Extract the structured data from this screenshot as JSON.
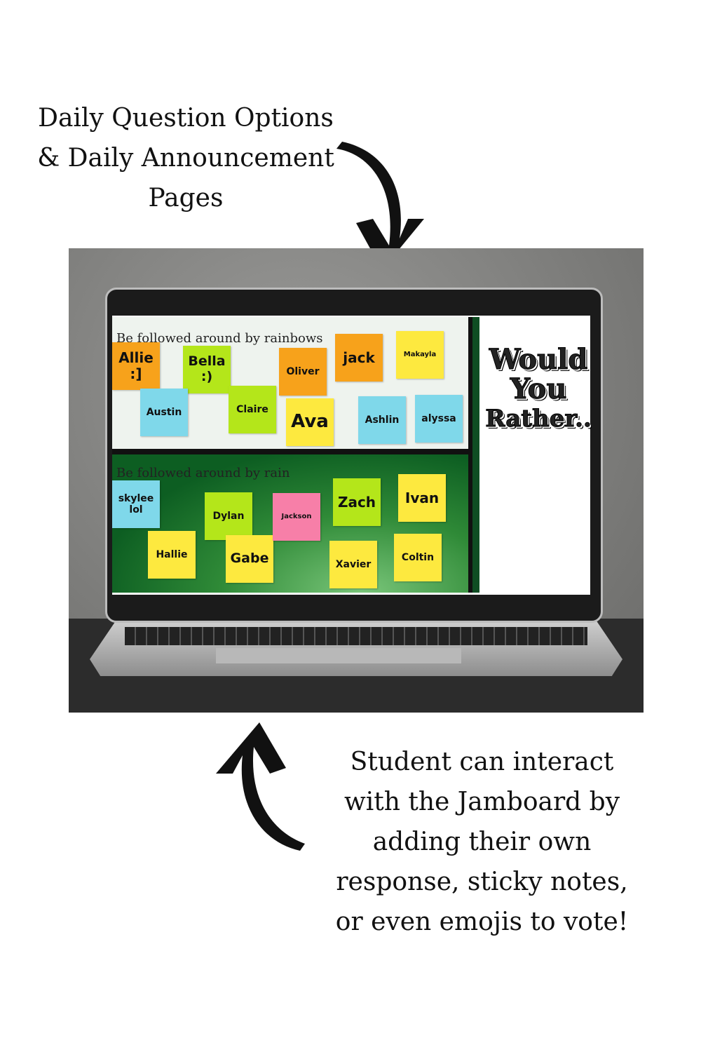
{
  "captions": {
    "top": "Daily Question Options & Daily Announcement Pages",
    "bottom": "Student can interact with the Jamboard by adding their own response, sticky notes, or even emojis to vote!"
  },
  "jamboard": {
    "option_a": "Be followed around by rainbows",
    "option_b": "Be followed around by rain",
    "side_title": [
      "Would",
      "You",
      "Rather.."
    ],
    "notes_a": [
      {
        "text": "Allie\n:]",
        "color": "#f7a21b"
      },
      {
        "text": "Bella\n:)",
        "color": "#b4e61a"
      },
      {
        "text": "Austin",
        "color": "#7fd8ea"
      },
      {
        "text": "Claire",
        "color": "#b4e61a"
      },
      {
        "text": "Oliver",
        "color": "#f7a21b"
      },
      {
        "text": "Ava",
        "color": "#fde93f"
      },
      {
        "text": "jack",
        "color": "#f7a21b"
      },
      {
        "text": "Makayla",
        "color": "#fde93f"
      },
      {
        "text": "Ashlin",
        "color": "#7fd8ea"
      },
      {
        "text": "alyssa",
        "color": "#7fd8ea"
      }
    ],
    "notes_b": [
      {
        "text": "skylee\nlol",
        "color": "#7fd8ea"
      },
      {
        "text": "Dylan",
        "color": "#b4e61a"
      },
      {
        "text": "Hallie",
        "color": "#fde93f"
      },
      {
        "text": "Gabe",
        "color": "#fde93f"
      },
      {
        "text": "Jackson",
        "color": "#f77fa8"
      },
      {
        "text": "Zach",
        "color": "#b4e61a"
      },
      {
        "text": "Ivan",
        "color": "#fde93f"
      },
      {
        "text": "Xavier",
        "color": "#fde93f"
      },
      {
        "text": "Coltin",
        "color": "#fde93f"
      }
    ]
  }
}
